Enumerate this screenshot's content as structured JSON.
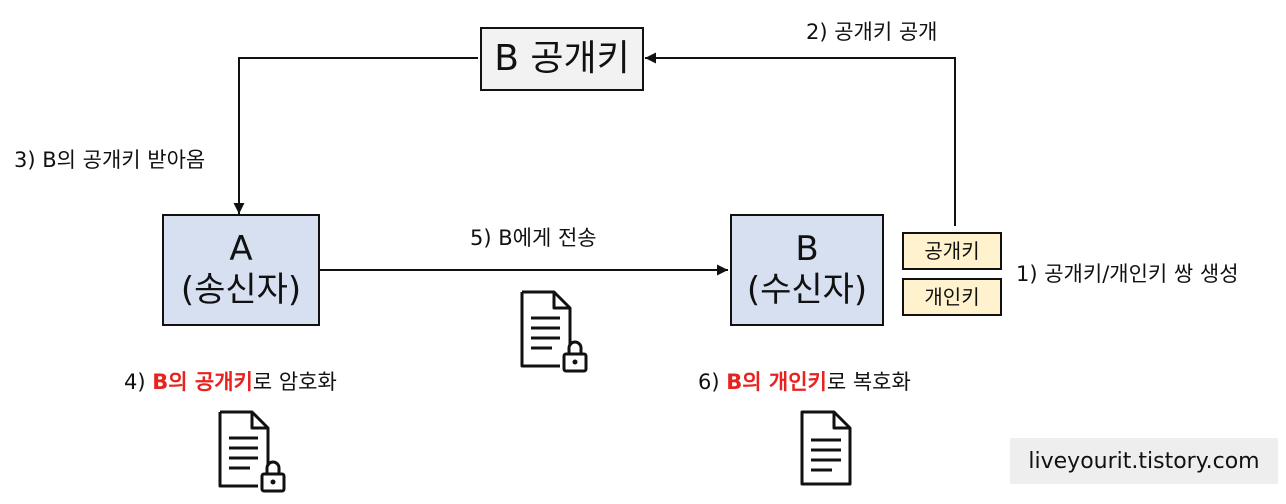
{
  "nodes": {
    "public_key_b": "B 공개키",
    "sender": {
      "line1": "A",
      "line2": "(송신자)"
    },
    "receiver": {
      "line1": "B",
      "line2": "(수신자)"
    }
  },
  "keys": {
    "public": "공개키",
    "private": "개인키"
  },
  "steps": {
    "s1": "1) 공개키/개인키 쌍 생성",
    "s2": "2) 공개키 공개",
    "s3": "3) B의 공개키 받아옴",
    "s4": {
      "prefix": "4) ",
      "highlight": "B의 공개키",
      "suffix": "로 암호화"
    },
    "s5": "5) B에게 전송",
    "s6": {
      "prefix": "6) ",
      "highlight": "B의 개인키",
      "suffix": "로 복호화"
    }
  },
  "watermark": "liveyourit.tistory.com",
  "icons": [
    "locked-document-icon",
    "locked-document-icon",
    "document-icon"
  ],
  "colors": {
    "node_fill": "#d6e0f1",
    "public_key_fill": "#f2f2f2",
    "key_fill": "#fff2cc",
    "highlight": "#e8221f",
    "watermark_bg": "#eeeeee"
  }
}
